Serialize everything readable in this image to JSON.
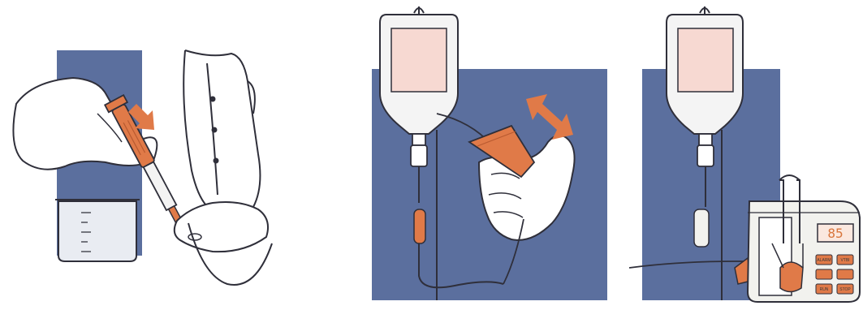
{
  "palette": {
    "background": "#ffffff",
    "panel_blue": "#5b6f9e",
    "line_ink": "#2f2f3a",
    "accent_orange": "#e07a48",
    "bag_fill": "#f7d9d2",
    "bag_body": "#f4f4f4",
    "pump_body": "#f2f2ee"
  },
  "panels": [
    {
      "id": "syringe-filling",
      "icons": [
        "syringe-icon",
        "push-arrow-icon",
        "beaker-icon",
        "tubing-icon"
      ]
    },
    {
      "id": "gravity-drip-roller-clamp",
      "icons": [
        "iv-bag-icon",
        "roller-clamp-icon",
        "double-arrow-icon",
        "drip-chamber-icon"
      ]
    },
    {
      "id": "infusion-pump",
      "icons": [
        "iv-bag-icon",
        "infusion-pump-icon",
        "pump-display-icon"
      ]
    }
  ],
  "pump": {
    "readout": "85",
    "keys": [
      "ALARM",
      "VTBI",
      "RUN",
      "STOP"
    ]
  }
}
